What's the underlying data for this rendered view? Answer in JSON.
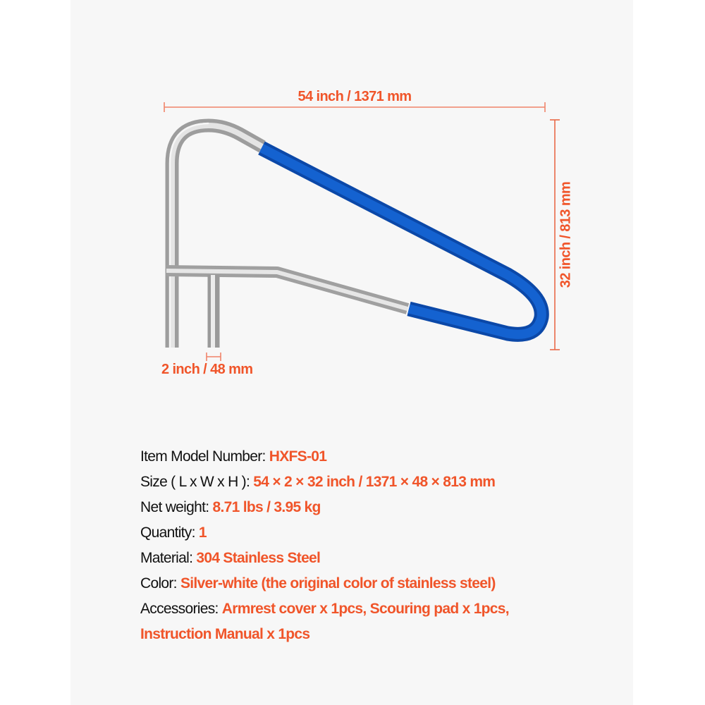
{
  "colors": {
    "page_background": "#ffffff",
    "panel_background": "#f7f7f7",
    "accent": "#f0552a",
    "dimension_line": "#f0846a",
    "grip_cover": "#0f55c2",
    "steel": "#c9c9c9",
    "text": "#111111"
  },
  "dimensions": {
    "width_label": "54 inch / 1371 mm",
    "height_label": "32 inch / 813 mm",
    "tube_label": "2 inch / 48 mm"
  },
  "specs": {
    "model": {
      "label": "Item Model Number: ",
      "value": "HXFS-01"
    },
    "size": {
      "label": "Size ( L x W x H ): ",
      "value": "54 × 2 × 32 inch / 1371 × 48 × 813 mm"
    },
    "weight": {
      "label": "Net weight: ",
      "value": "8.71 lbs / 3.95 kg"
    },
    "quantity": {
      "label": "Quantity: ",
      "value": "1"
    },
    "material": {
      "label": "Material: ",
      "value": "304 Stainless Steel"
    },
    "color": {
      "label": "Color: ",
      "value": "Silver-white (the original color of stainless steel)"
    },
    "accessories": {
      "label": "Accessories: ",
      "value": "Armrest cover x 1pcs, Scouring pad x 1pcs,",
      "value_line2": "Instruction Manual x 1pcs"
    }
  },
  "product_image": {
    "icon": "pool-handrail-icon",
    "parts": [
      "stainless-steel-frame",
      "blue-armrest-cover"
    ]
  }
}
